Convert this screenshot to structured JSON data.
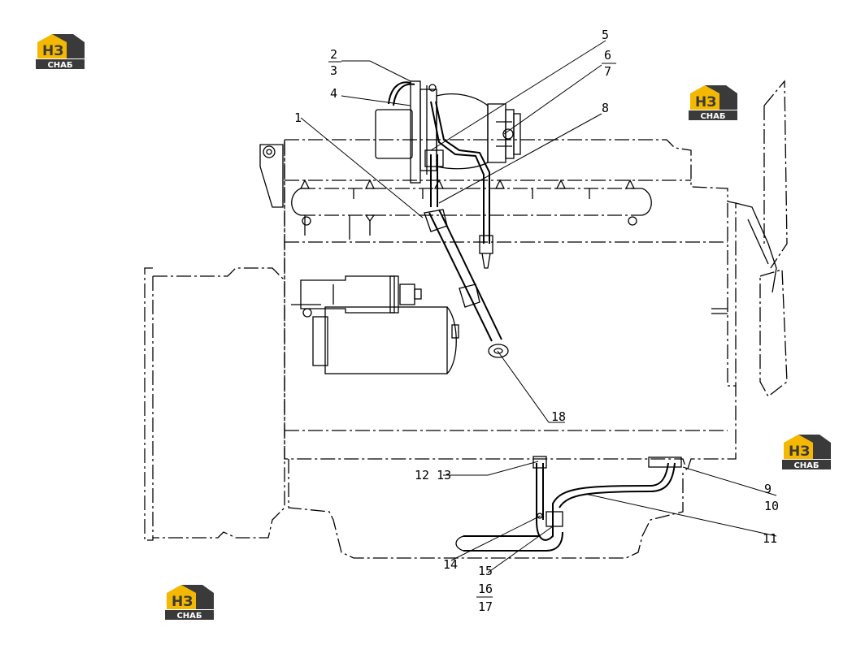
{
  "watermark": {
    "mark": "НЗ",
    "caption": "СНАБ",
    "accent": "#F5B800",
    "dark": "#3A3A3A"
  },
  "callouts": {
    "c1": "1",
    "c2": "2",
    "c3": "3",
    "c4": "4",
    "c5": "5",
    "c6": "6",
    "c7": "7",
    "c8": "8",
    "c9": "9",
    "c10": "10",
    "c11": "11",
    "c12_13": "12 13",
    "c14": "14",
    "c15": "15",
    "c16": "16",
    "c17": "17",
    "c18": "18"
  }
}
